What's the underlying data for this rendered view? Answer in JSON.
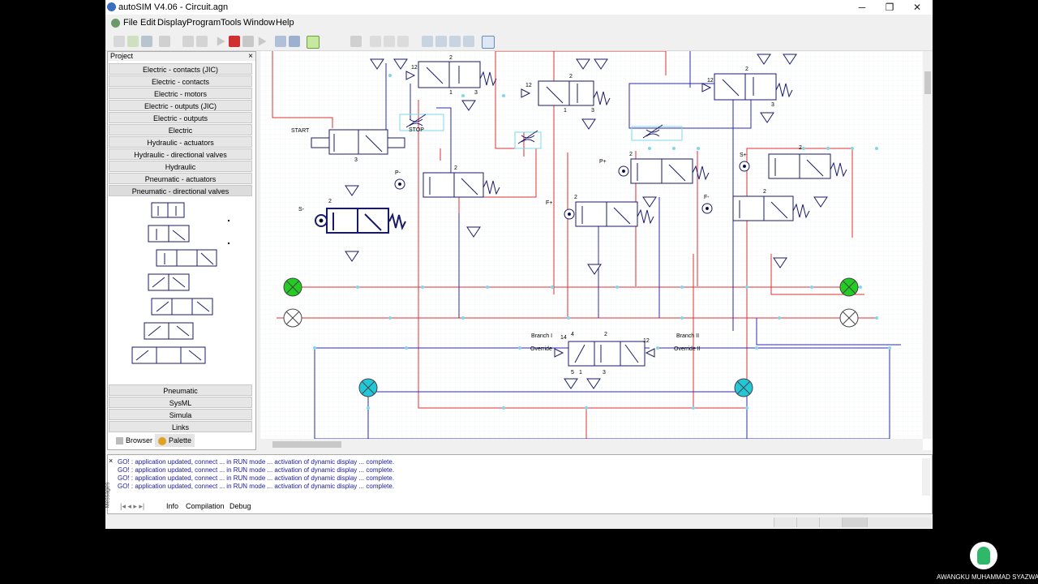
{
  "window": {
    "title": "autoSIM  V4.06 - Circuit.agn",
    "minimize": "─",
    "maximize": "❐",
    "close": "✕"
  },
  "menu": [
    "File",
    "Edit",
    "Display",
    "Program",
    "Tools",
    "Window",
    "Help"
  ],
  "mdi": {
    "minimize": "_",
    "restore": "❐",
    "close": "✕"
  },
  "project": {
    "title": "Project",
    "close": "×",
    "categories": [
      "Electric - contacts (JIC)",
      "Electric - contacts",
      "Electric - motors",
      "Electric - outputs (JIC)",
      "Electric - outputs",
      "Electric",
      "Hydraulic - actuators",
      "Hydraulic - directional valves",
      "Hydraulic",
      "Pneumatic - actuators",
      "Pneumatic - directional valves"
    ],
    "selected": "Pneumatic - directional valves",
    "bottom_categories": [
      "Pneumatic",
      "SysML",
      "Simula",
      "Links"
    ],
    "tabs": [
      "Browser",
      "Palette"
    ]
  },
  "circuit": {
    "labels": {
      "start": "START",
      "stop": "STOP",
      "s_minus": "S-",
      "p_minus": "P-",
      "p_plus": "P+",
      "f_plus": "F+",
      "f_minus": "F-",
      "s_plus": "S+",
      "branch1": "Branch I",
      "override1": "Override",
      "branch2": "Branch II",
      "override2": "Override II"
    },
    "port_labels": {
      "p2": "2",
      "p1": "1",
      "p3": "3",
      "p12": "12",
      "p14": "14",
      "p4": "4",
      "p5": "5"
    }
  },
  "messages": {
    "lines": [
      "GO! : application updated, connect ... in RUN mode ... activation of dynamic display ... complete.",
      "GO! : application updated, connect ... in RUN mode ... activation of dynamic display ... complete.",
      "GO! : application updated, connect ... in RUN mode ... activation of dynamic display ... complete.",
      "GO! : application updated, connect ... in RUN mode ... activation of dynamic display ... complete."
    ],
    "side_label": "Messages",
    "tabs": [
      "Info",
      "Compilation",
      "Debug"
    ]
  },
  "user": {
    "name": "AWANGKU MUHAMMAD SYAZWA..."
  },
  "colors": {
    "wire_red": "#e03030",
    "wire_blue": "#2b2bb0",
    "valve": "#1a1a6a",
    "lamp_green": "#22cc22",
    "lamp_cyan": "#22c8d8",
    "port": "#7fd8e8"
  }
}
